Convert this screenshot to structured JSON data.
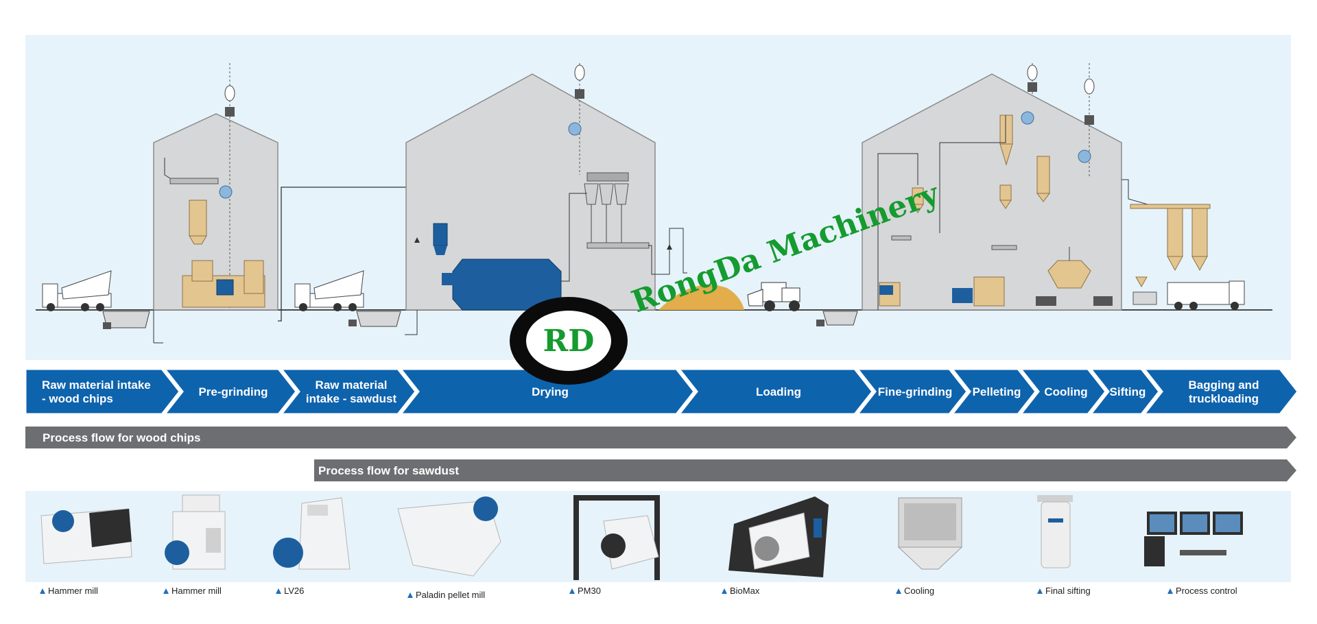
{
  "diagram": {
    "stages": [
      {
        "line1": "Raw material intake",
        "line2": "- wood chips"
      },
      {
        "line1": "Pre-grinding",
        "line2": ""
      },
      {
        "line1": "Raw material",
        "line2": "intake - sawdust"
      },
      {
        "line1": "Drying",
        "line2": ""
      },
      {
        "line1": "Loading",
        "line2": ""
      },
      {
        "line1": "Fine-grinding",
        "line2": ""
      },
      {
        "line1": "Pelleting",
        "line2": ""
      },
      {
        "line1": "Cooling",
        "line2": ""
      },
      {
        "line1": "Sifting",
        "line2": ""
      },
      {
        "line1": "Bagging and",
        "line2": "truckloading"
      }
    ],
    "process_flows": {
      "wood_chips": "Process flow for wood chips",
      "sawdust": "Process flow for sawdust"
    },
    "equipment": [
      {
        "label": "Hammer mill"
      },
      {
        "label": "Hammer mill"
      },
      {
        "label": "LV26"
      },
      {
        "label": "Paladin pellet mill"
      },
      {
        "label": "PM30"
      },
      {
        "label": "BioMax"
      },
      {
        "label": "Cooling"
      },
      {
        "label": "Final sifting"
      },
      {
        "label": "Process control"
      }
    ],
    "watermark": {
      "logo_text": "RD",
      "brand": "RongDa Machinery"
    },
    "colors": {
      "stage_blue": "#0e63ad",
      "flow_gray": "#6d6e71",
      "panel_bg": "#e6f3fb",
      "building": "#d6d7d8",
      "machine_tan": "#e3c590",
      "machine_blue": "#1d5f9e",
      "brand_green": "#159b2f"
    }
  }
}
